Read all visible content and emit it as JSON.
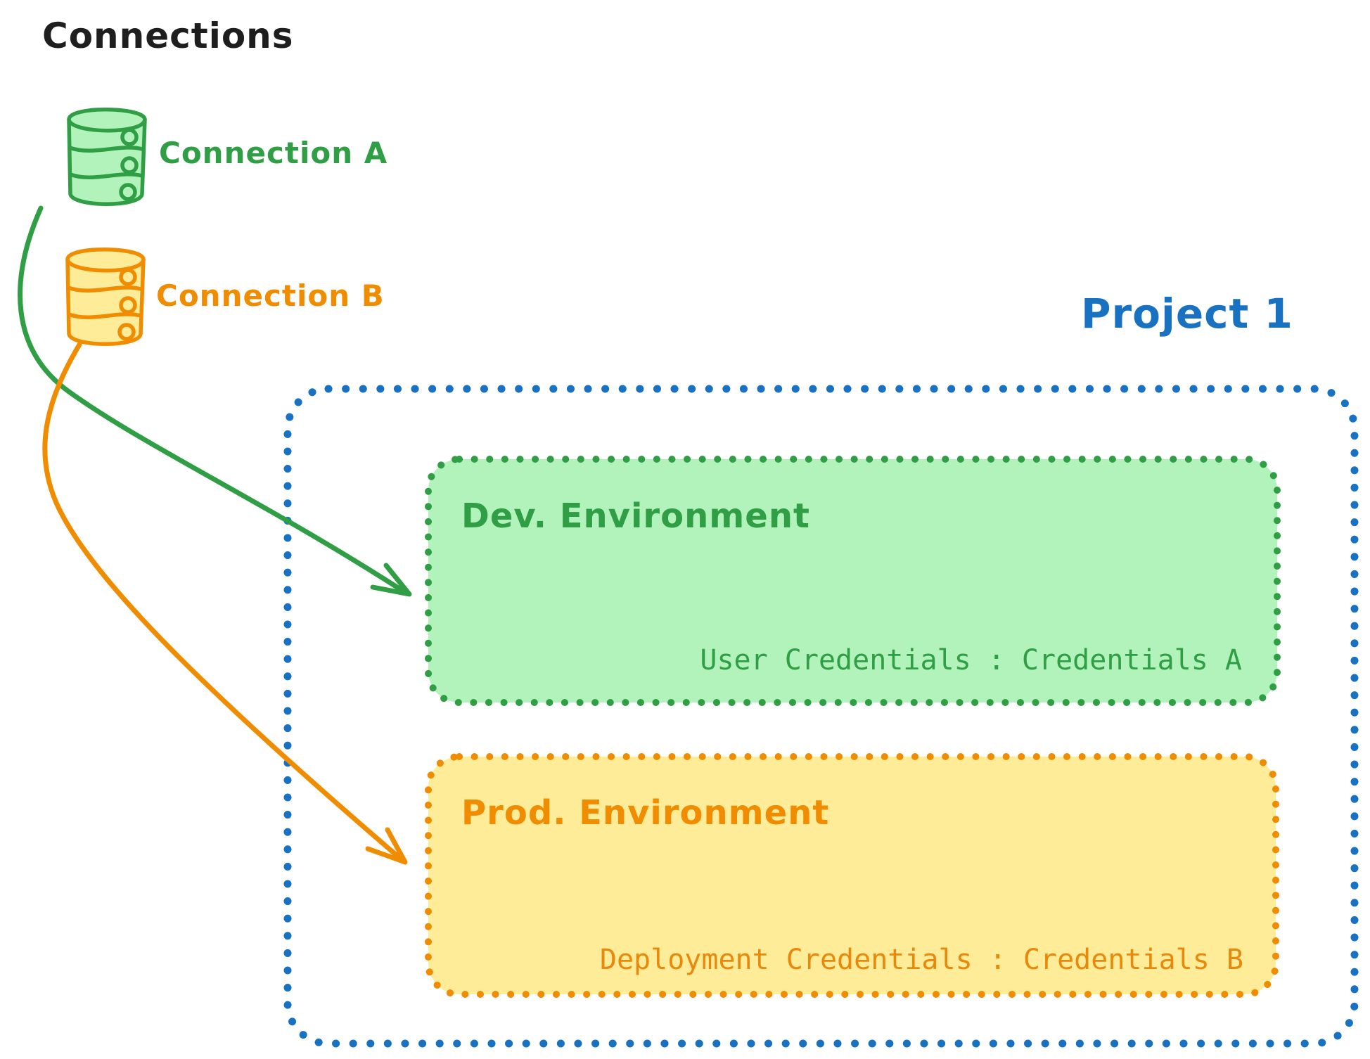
{
  "title": "Connections",
  "colors": {
    "green_stroke": "#2f9e44",
    "green_fill": "#b2f2bb",
    "orange_stroke": "#f08c00",
    "orange_fill": "#ffec99",
    "blue": "#1971c2",
    "black": "#1e1e1e"
  },
  "connections": [
    {
      "label": "Connection A",
      "icon": "database-icon",
      "color": "#2f9e44"
    },
    {
      "label": "Connection B",
      "icon": "database-icon",
      "color": "#f08c00"
    }
  ],
  "project": {
    "label": "Project 1",
    "environments": [
      {
        "name": "Dev. Environment",
        "credentials": "User Credentials : Credentials A"
      },
      {
        "name": "Prod. Environment",
        "credentials": "Deployment Credentials : Credentials B"
      }
    ]
  },
  "links": [
    {
      "from": "Connection A",
      "to": "Dev. Environment",
      "style": "green-arrow"
    },
    {
      "from": "Connection B",
      "to": "Prod. Environment",
      "style": "orange-arrow"
    }
  ]
}
